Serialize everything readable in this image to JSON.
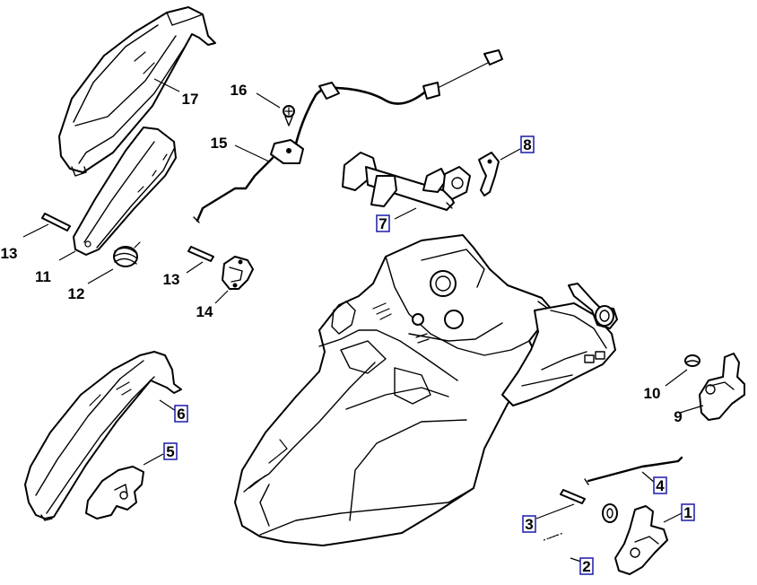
{
  "diagram": {
    "callouts": [
      {
        "id": "1",
        "label": "1",
        "boxed": true
      },
      {
        "id": "2",
        "label": "2",
        "boxed": true
      },
      {
        "id": "3",
        "label": "3",
        "boxed": true
      },
      {
        "id": "4",
        "label": "4",
        "boxed": true
      },
      {
        "id": "5",
        "label": "5",
        "boxed": true
      },
      {
        "id": "6",
        "label": "6",
        "boxed": true
      },
      {
        "id": "7",
        "label": "7",
        "boxed": true
      },
      {
        "id": "8",
        "label": "8",
        "boxed": true
      },
      {
        "id": "9",
        "label": "9",
        "boxed": false
      },
      {
        "id": "10",
        "label": "10",
        "boxed": false
      },
      {
        "id": "11",
        "label": "11",
        "boxed": false
      },
      {
        "id": "12",
        "label": "12",
        "boxed": false
      },
      {
        "id": "13a",
        "label": "13",
        "boxed": false
      },
      {
        "id": "13b",
        "label": "13",
        "boxed": false
      },
      {
        "id": "14",
        "label": "14",
        "boxed": false
      },
      {
        "id": "15",
        "label": "15",
        "boxed": false
      },
      {
        "id": "16",
        "label": "16",
        "boxed": false
      },
      {
        "id": "17",
        "label": "17",
        "boxed": false
      }
    ],
    "colors": {
      "line": "#000000",
      "background": "#ffffff",
      "callout_box": "#1a1aa8"
    }
  }
}
